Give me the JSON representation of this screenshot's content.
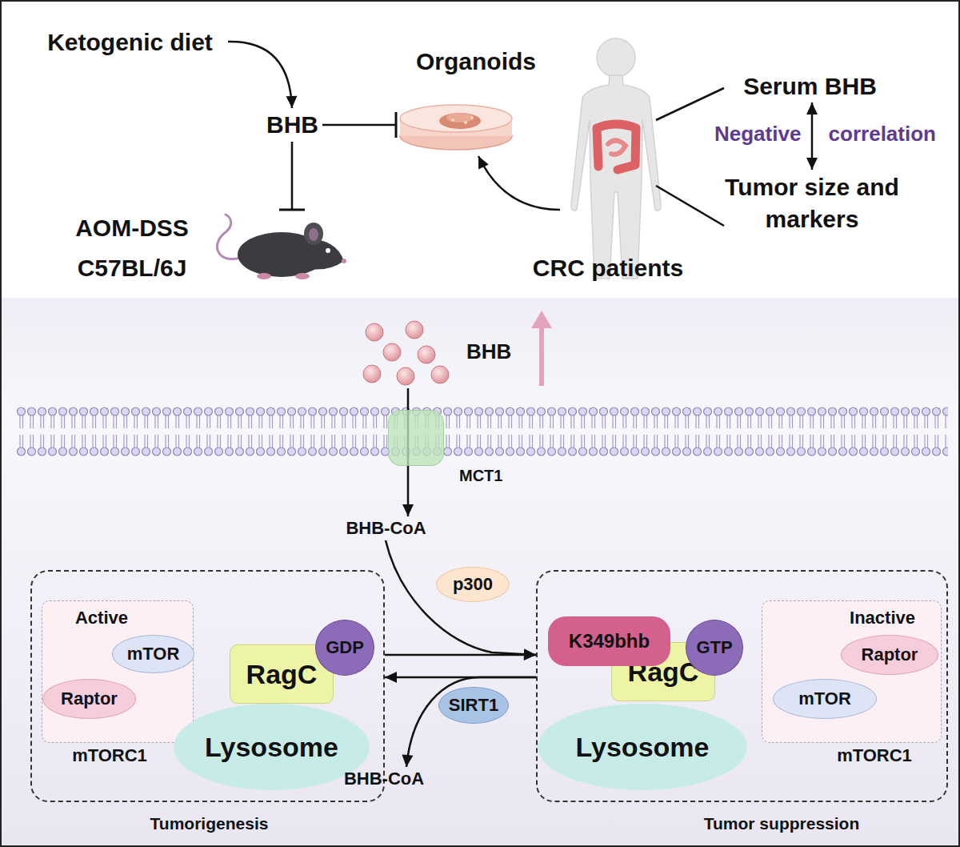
{
  "diagram": {
    "nodes": [
      {
        "text": [
          "Ketogenic diet"
        ]
      },
      {
        "text": [
          "BHB"
        ]
      },
      {
        "text": [
          "Organoids"
        ]
      },
      {
        "text": [
          "AOM-DSS",
          "C57BL/6J"
        ]
      },
      {
        "text": [
          "CRC patients"
        ]
      },
      {
        "text": [
          "Serum BHB"
        ]
      },
      {
        "text": [
          "Tumor size and markers"
        ]
      },
      {
        "text": [
          "BHB"
        ]
      },
      {
        "text": [
          "MCT1"
        ]
      },
      {
        "text": [
          "BHB-CoA"
        ]
      },
      {
        "text": [
          "p300"
        ]
      },
      {
        "text": [
          "SIRT1"
        ]
      },
      {
        "text": [
          "Tumorigenesis"
        ]
      },
      {
        "text": [
          "Active",
          "mTORC1"
        ],
        "in": 12
      },
      {
        "text": [
          "mTOR"
        ],
        "in": 13
      },
      {
        "text": [
          "Raptor"
        ],
        "in": 13
      },
      {
        "text": [
          "RagC"
        ],
        "in": 12
      },
      {
        "text": [
          "GDP"
        ],
        "in": 12
      },
      {
        "text": [
          "Lysosome"
        ],
        "in": 12
      },
      {
        "text": [
          "Tumor suppression"
        ]
      },
      {
        "text": [
          "K349bhb"
        ],
        "in": 19
      },
      {
        "text": [
          "GTP"
        ],
        "in": 19
      },
      {
        "text": [
          "RagC"
        ],
        "in": 19
      },
      {
        "text": [
          "Lysosome"
        ],
        "in": 19
      },
      {
        "text": [
          "Inactive",
          "mTORC1"
        ],
        "in": 19
      },
      {
        "text": [
          "Raptor"
        ],
        "in": 24
      },
      {
        "text": [
          "mTOR"
        ],
        "in": 24
      },
      {
        "text": [
          "BHB-CoA"
        ]
      }
    ],
    "edges": [
      {
        "from": 0,
        "to": 1,
        "arrow": "to"
      },
      {
        "from": 1,
        "to": 2,
        "arrow": "to"
      },
      {
        "from": 1,
        "to": 3,
        "arrow": "to"
      },
      {
        "from": 4,
        "to": 2,
        "arrow": "to"
      },
      {
        "from": 4,
        "to": 5,
        "arrow": "none"
      },
      {
        "from": 4,
        "to": 6,
        "arrow": "none"
      },
      {
        "from": 5,
        "to": 6,
        "label": "Negative correlation",
        "arrow": "both"
      },
      {
        "from": 7,
        "to": 9,
        "arrow": "to"
      },
      {
        "from": 9,
        "to": 19,
        "arrow": "to"
      },
      {
        "from": 12,
        "to": 19,
        "arrow": "to"
      },
      {
        "from": 19,
        "to": 12,
        "arrow": "to"
      },
      {
        "from": 19,
        "to": 27,
        "arrow": "to"
      }
    ]
  }
}
